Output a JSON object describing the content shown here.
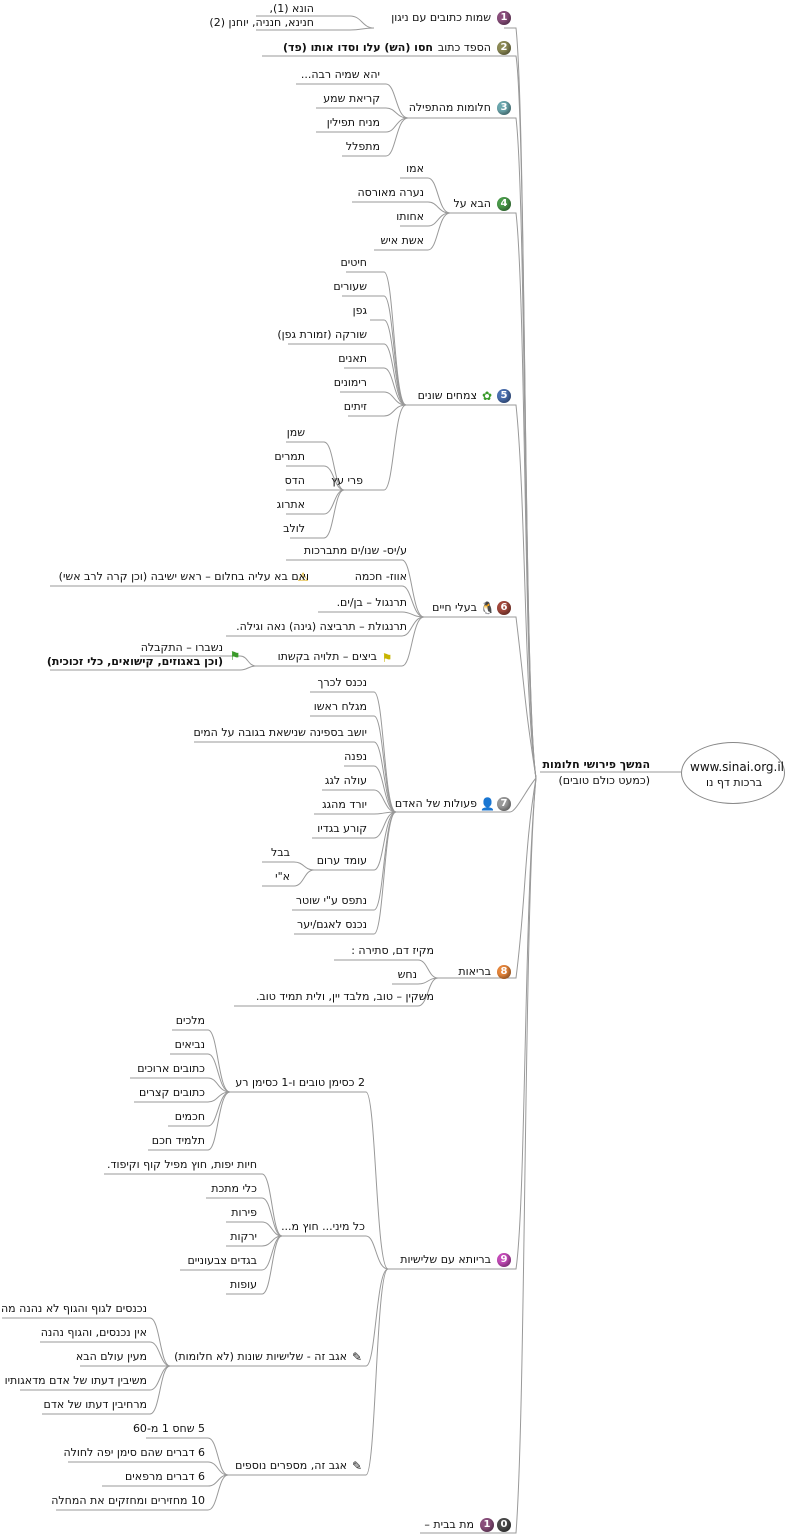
{
  "root": {
    "line1": "www.sinai.org.il",
    "line2": "ברכות דף נו"
  },
  "center": {
    "line1": "המשך פירושי חלומות",
    "line2": "(כמעט כולם טובים)"
  },
  "colors": {
    "b1": "#8a4e7c",
    "b2": "#8c8a55",
    "b3": "#6aa6ad",
    "b4": "#4a9a4a",
    "b5": "#4a6fb0",
    "b6": "#a2483c",
    "b7": "#9a9a9a",
    "b8": "#e6853a",
    "b9": "#c44ab8",
    "b10a": "#8a4e7c",
    "b10b": "#4a4a4a"
  },
  "branches": [
    {
      "num": "1",
      "label": "שמות כתובים עם ניגון",
      "children": [
        "הונא (1),",
        "חנינא, חנניה, יוחנן (2)"
      ]
    },
    {
      "num": "2",
      "label": "הספד כתוב",
      "children": [
        "חסו (הש) עלו וסדו אותו (פד)"
      ]
    },
    {
      "num": "3",
      "label": "חלומות מהתפילה",
      "children": [
        "יהא שמיה רבה...",
        "קריאת שמע",
        "מניח תפילין",
        "מתפלל"
      ]
    },
    {
      "num": "4",
      "label": "הבא על",
      "children": [
        "אמו",
        "נערה מאורסה",
        "אחותו",
        "אשת איש"
      ]
    },
    {
      "num": "5",
      "label": "צמחים שונים",
      "children": [
        "חיטים",
        "שעורים",
        "גפן",
        "שורקה (זמורת גפן)",
        "תאנים",
        "רימונים",
        "זיתים"
      ],
      "sub": {
        "label": "פרי עץ",
        "children": [
          "שמן",
          "תמרים",
          "הדס",
          "אתרוג",
          "לולב"
        ]
      }
    },
    {
      "num": "6",
      "label": "בעלי חיים",
      "children": [
        "ע/יס- שנו/ים מתברכות",
        "אווז- חכמה",
        "תרנגול – בן/ים.",
        "תרנגולת – תרביצה (גינה) נאה וגילה.",
        "ביצים – תלויה בקשתו"
      ],
      "extra1": "ואם בא עליה בחלום – ראש ישיבה (וכן קרה לרב אשי)",
      "extra2a": "נשברו – התקבלה",
      "extra2b": "(וכן באגוזים, קישואים, כלי זכוכית)"
    },
    {
      "num": "7",
      "label": "פעולות של האדם",
      "children": [
        "נכנס לכרך",
        "מגלח ראשו",
        "יושב בספינה שנישאת בגובה על המים",
        "נפנה",
        "עולה לגג",
        "יורד מהגג",
        "קורע בגדיו",
        "עומד ערום",
        "נתפס ע\"י שוטר",
        "נכנס לאגם/יער"
      ],
      "naked": [
        "בבל",
        "א\"י"
      ]
    },
    {
      "num": "8",
      "label": "בריאות",
      "children": [
        "מקיז דם, סתירה :",
        "נחש",
        "משקין – טוב, מלבד יין, ולית תמיד טוב."
      ]
    },
    {
      "num": "9",
      "label": "בריותא עם שלישיות",
      "g1": {
        "label": "2 כסימן טובים ו-1 כסימן רע",
        "children": [
          "מלכים",
          "נביאים",
          "כתובים ארוכים",
          "כתובים קצרים",
          "חכמים",
          "תלמיד חכם"
        ]
      },
      "g2": {
        "label": "כל מיני... חוץ מ...",
        "children": [
          "חיות יפות, חוץ מפיל קוף וקיפוד.",
          "כלי מתכת",
          "פירות",
          "ירקות",
          "בגדים צבעוניים",
          "עופות"
        ]
      },
      "g3": {
        "label": "אגב זה - שלישיות שונות (לא חלומות)",
        "children": [
          "נכנסים לגוף והגוף לא נהנה מהן",
          "אין נכנסים, והגוף נהנה",
          "מעין עולם הבא",
          "משיבין דעתו של אדם מדאגותיו",
          "מרחיבין דעתו של אדם"
        ]
      },
      "g4": {
        "label": "אגב זה, מספרים נוספים",
        "children": [
          "5 שחס 1 מ-60",
          "6 דברים שהם סימן יפה לחולה",
          "6 דברים מרפאים",
          "10 מחזירים ומחזקים את המחלה"
        ]
      }
    },
    {
      "num": "10",
      "label": "מת בבית –"
    }
  ]
}
